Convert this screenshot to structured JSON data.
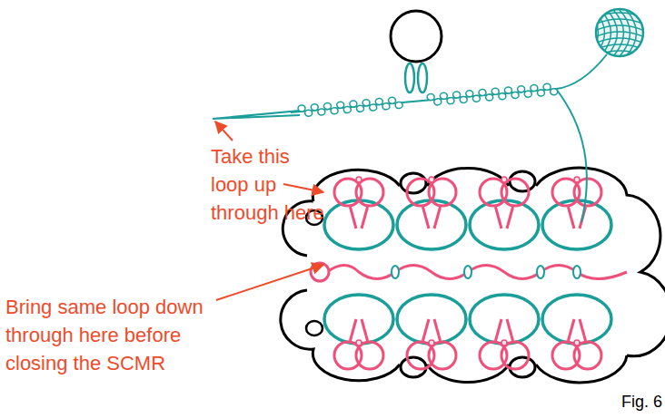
{
  "diagram": {
    "labels": [
      "Take this loop up through here",
      "Bring same loop down through here before closing the SCMR",
      "Fig. 6"
    ]
  }
}
